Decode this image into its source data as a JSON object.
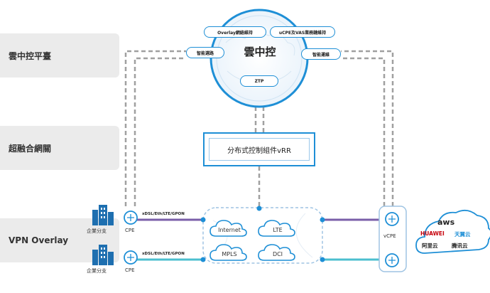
{
  "bands": [
    {
      "label": "雲中控平臺"
    },
    {
      "label": "超融合網關"
    },
    {
      "label": "VPN Overlay"
    }
  ],
  "cloud_controller": {
    "title": "雲中控",
    "features": {
      "overlay_maintenance": "Overlay網絡維持",
      "ucpe_vas": "uCPE及VAS業務鏈維持",
      "smart_routing": "智能選路",
      "smart_ops": "智能運維",
      "ztp": "ZTP"
    }
  },
  "vrr": {
    "label": "分布式控制組件vRR"
  },
  "branches": [
    {
      "name": "企業分支",
      "device": "CPE",
      "link": "xDSL/Eth/LTE/GPON"
    },
    {
      "name": "企業分支",
      "device": "CPE",
      "link": "xDSL/Eth/LTE/GPON"
    }
  ],
  "networks": [
    "Internet",
    "LTE",
    "MPLS",
    "DCI"
  ],
  "vcpe": {
    "label": "vCPE"
  },
  "cloud_vendors": {
    "aws": "aws",
    "huawei": "HUAWEI",
    "tianyi": "天翼云",
    "aliyun": "阿里云",
    "tencent": "腾讯云"
  },
  "colors": {
    "accent": "#1e8fd6",
    "purple_link": "#7a5ea8",
    "teal_link": "#4bbfcf",
    "dash": "#9a9a9a"
  }
}
